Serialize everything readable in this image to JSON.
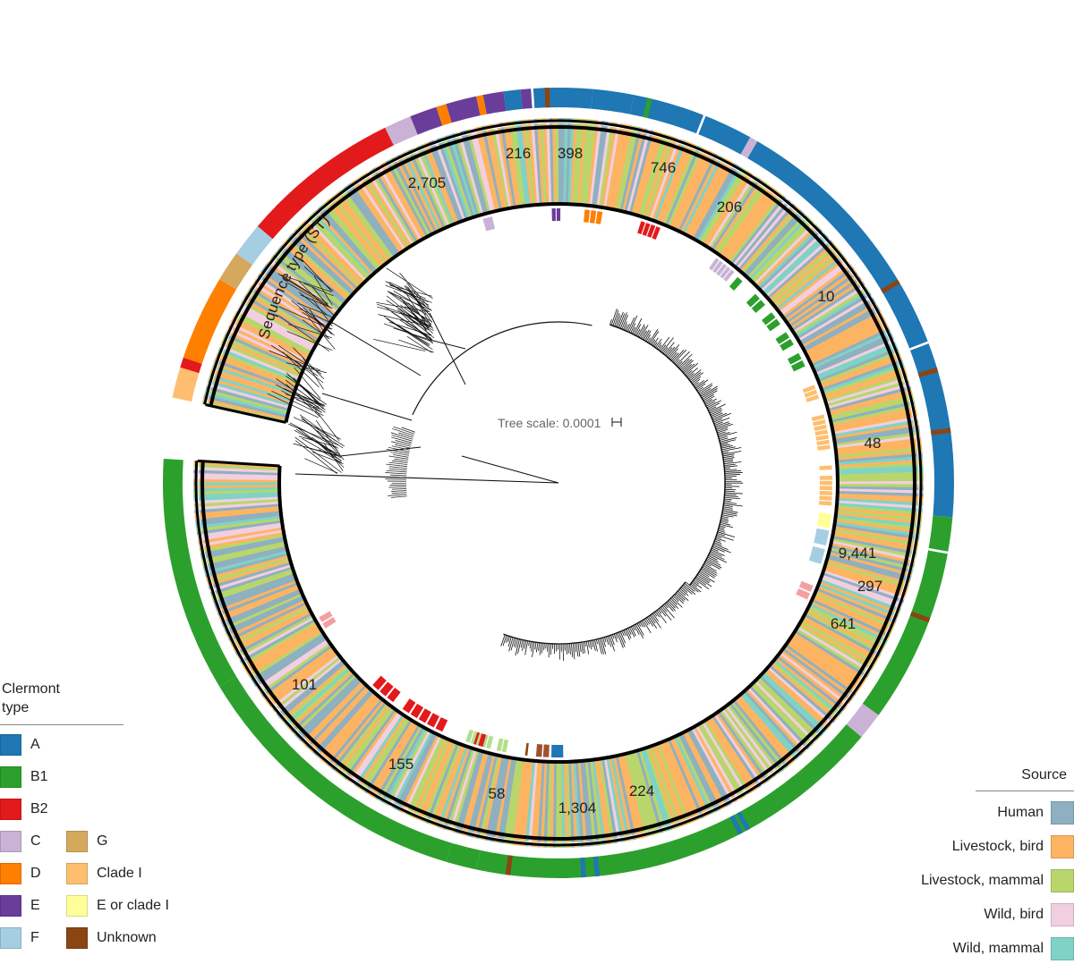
{
  "tree": {
    "scale_label": "Tree scale: 0.0001",
    "inner_ring_title": "Sequence type (ST)"
  },
  "clermont_legend": {
    "title": "Clermont type",
    "items": [
      {
        "label": "A",
        "color": "#1f77b4"
      },
      {
        "label": "B1",
        "color": "#2ca02c"
      },
      {
        "label": "B2",
        "color": "#e31a1c"
      },
      {
        "label": "C",
        "color": "#cab2d6"
      },
      {
        "label": "D",
        "color": "#ff7f00"
      },
      {
        "label": "E",
        "color": "#6a3d9a"
      },
      {
        "label": "F",
        "color": "#a6cee3"
      },
      {
        "label": "G",
        "color": "#d4a95e"
      },
      {
        "label": "Clade I",
        "color": "#fdbf6f"
      },
      {
        "label": "E or clade I",
        "color": "#ffff99"
      },
      {
        "label": "Unknown",
        "color": "#8b4513"
      }
    ]
  },
  "source_legend": {
    "title": "Source",
    "items": [
      {
        "label": "Human",
        "color": "#8fb0c0"
      },
      {
        "label": "Livestock, bird",
        "color": "#fdb462"
      },
      {
        "label": "Livestock, mammal",
        "color": "#b8d66b"
      },
      {
        "label": "Wild, bird",
        "color": "#f2cfe0"
      },
      {
        "label": "Wild, mammal",
        "color": "#7fd3c6"
      }
    ]
  },
  "sequence_types": [
    {
      "label": "2,705",
      "color": "#cab2d6"
    },
    {
      "label": "216",
      "color": "#6a3d9a"
    },
    {
      "label": "398",
      "color": "#ff7f00"
    },
    {
      "label": "746",
      "color": "#e31a1c"
    },
    {
      "label": "206",
      "color": "#cab2d6"
    },
    {
      "label": "10",
      "color": "#2ca02c"
    },
    {
      "label": "48",
      "color": "#fdbf6f"
    },
    {
      "label": "9,441",
      "color": "#ffff99"
    },
    {
      "label": "297",
      "color": "#a6cee3"
    },
    {
      "label": "641",
      "color": "#f4a0a0"
    },
    {
      "label": "224",
      "color": "#a0522d"
    },
    {
      "label": "1,304",
      "color": "#1f77b4"
    },
    {
      "label": "58",
      "color": "#b2df8a"
    },
    {
      "label": "155",
      "color": "#e31a1c"
    },
    {
      "label": "101",
      "color": "#f4a0a0"
    }
  ]
}
